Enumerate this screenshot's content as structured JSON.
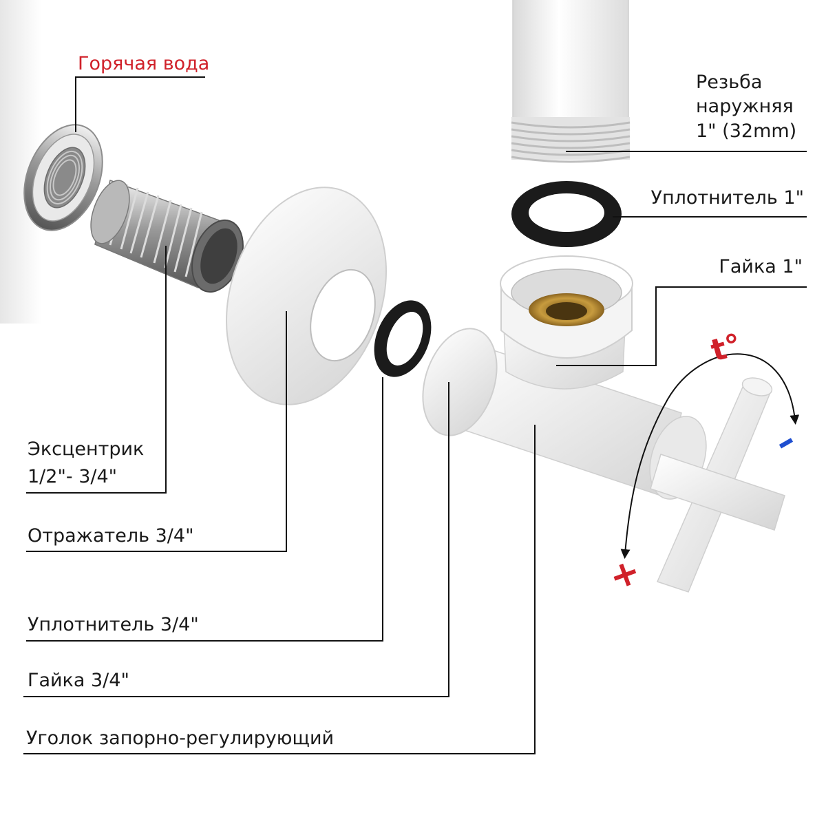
{
  "labels": {
    "hot_water": "Горячая вода",
    "thread_line1": "Резьба",
    "thread_line2": "наружняя",
    "thread_line3": "1\" (32mm)",
    "seal_1": "Уплотнитель 1\"",
    "nut_1": "Гайка 1\"",
    "eccentric_line1": "Эксцентрик",
    "eccentric_line2": "1/2\"- 3/4\"",
    "reflector": "Отражатель 3/4\"",
    "seal_34": "Уплотнитель 3/4\"",
    "nut_34": "Гайка 3/4\"",
    "angle_valve": "Уголок запорно-регулирующий"
  },
  "symbols": {
    "temperature": "t°",
    "minus": "–",
    "plus": "+"
  },
  "colors": {
    "hot_water": "#d0212a",
    "temperature": "#d0212a",
    "plus": "#d0212a",
    "minus": "#1f4fd0",
    "text": "#1a1a1a",
    "leader": "#111111"
  }
}
